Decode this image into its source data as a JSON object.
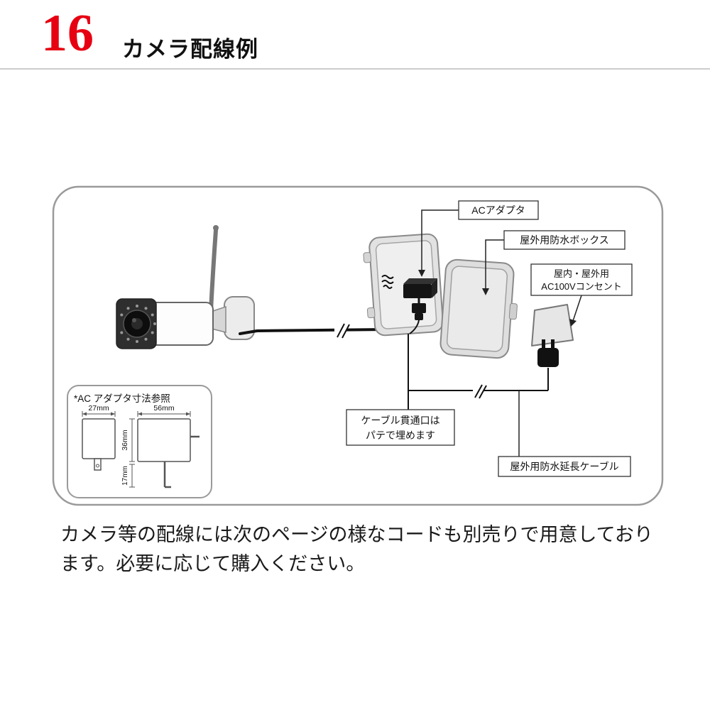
{
  "header": {
    "page_number": "16",
    "title": "カメラ配線例"
  },
  "diagram": {
    "labels": {
      "ac_adapter": "ACアダプタ",
      "waterproof_box": "屋外用防水ボックス",
      "outlet_line1": "屋内・屋外用",
      "outlet_line2": "AC100Vコンセント",
      "cable_hole_line1": "ケーブル貫通口は",
      "cable_hole_line2": "パテで埋めます",
      "extension_cable": "屋外用防水延長ケーブル"
    },
    "dims": {
      "title": "*AC アダプタ寸法参照",
      "front_width": "27mm",
      "side_width": "56mm",
      "side_height": "36mm",
      "blade_length": "17mm"
    }
  },
  "footer": {
    "line1": "カメラ等の配線には次のページの様なコードも別売りで用意しており",
    "line2": "ます。必要に応じて購入ください。"
  },
  "colors": {
    "accent_red": "#e60012",
    "border_gray": "#9a9a9a"
  }
}
